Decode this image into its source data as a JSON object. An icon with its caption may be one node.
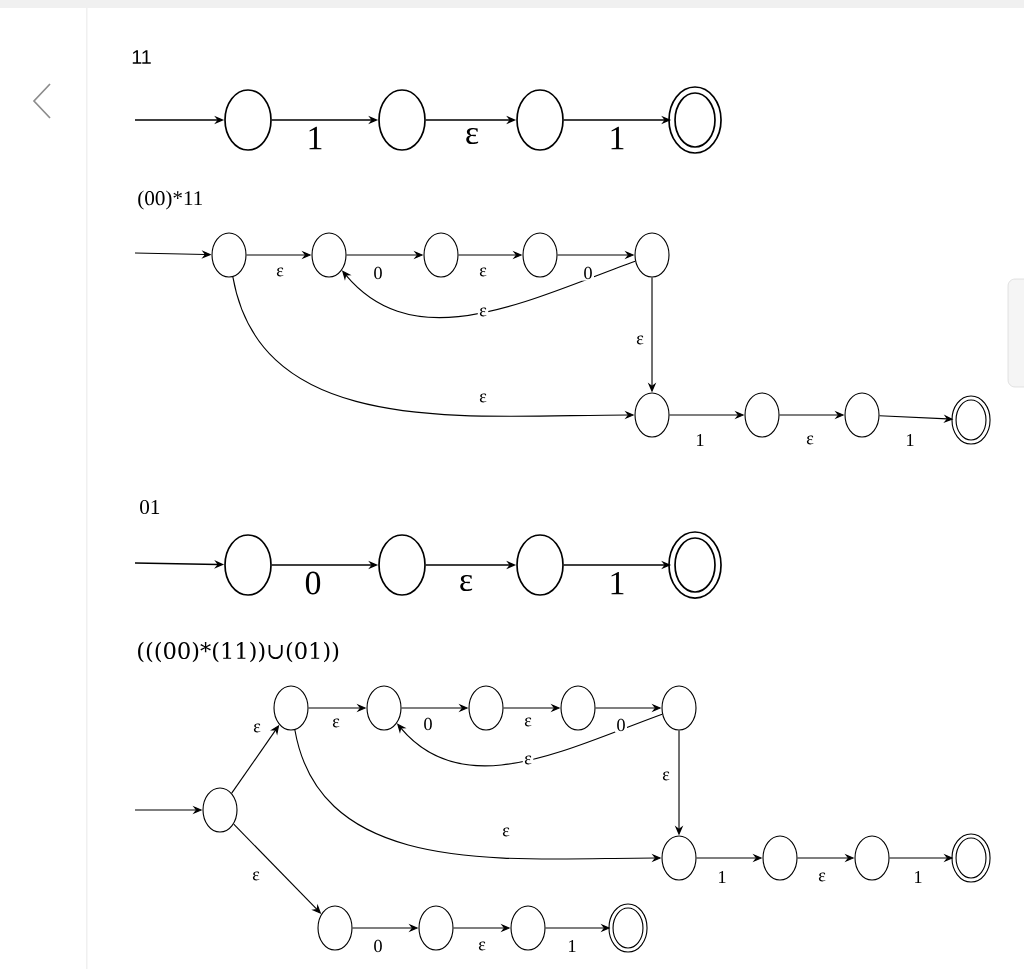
{
  "diagram": {
    "nodes": [
      {
        "text": [],
        "shape": "circle"
      },
      {
        "text": [],
        "shape": "circle"
      },
      {
        "text": [],
        "shape": "circle"
      },
      {
        "text": [],
        "shape": "ring"
      },
      {
        "text": [],
        "shape": "circle"
      },
      {
        "text": [],
        "shape": "circle"
      },
      {
        "text": [],
        "shape": "circle"
      },
      {
        "text": [],
        "shape": "circle"
      },
      {
        "text": [],
        "shape": "circle"
      },
      {
        "text": [],
        "shape": "circle"
      },
      {
        "text": [],
        "shape": "circle"
      },
      {
        "text": [],
        "shape": "circle"
      },
      {
        "text": [],
        "shape": "ring"
      },
      {
        "text": [],
        "shape": "circle"
      },
      {
        "text": [],
        "shape": "circle"
      },
      {
        "text": [],
        "shape": "circle"
      },
      {
        "text": [],
        "shape": "ring"
      },
      {
        "text": [],
        "shape": "circle"
      },
      {
        "text": [],
        "shape": "circle"
      },
      {
        "text": [],
        "shape": "circle"
      },
      {
        "text": [],
        "shape": "circle"
      },
      {
        "text": [],
        "shape": "circle"
      },
      {
        "text": [],
        "shape": "circle"
      },
      {
        "text": [],
        "shape": "circle"
      },
      {
        "text": [],
        "shape": "circle"
      },
      {
        "text": [],
        "shape": "circle"
      },
      {
        "text": [],
        "shape": "ring"
      },
      {
        "text": [],
        "shape": "circle"
      },
      {
        "text": [],
        "shape": "circle"
      },
      {
        "text": [],
        "shape": "circle"
      },
      {
        "text": [],
        "shape": "ring"
      }
    ],
    "edges": [
      {
        "from": null,
        "to": 0,
        "arrow": "to"
      },
      {
        "from": 0,
        "to": 1,
        "arrow": "to",
        "label": "1"
      },
      {
        "from": 1,
        "to": 2,
        "arrow": "to",
        "label": "ε"
      },
      {
        "from": 2,
        "to": 3,
        "arrow": "to",
        "label": "1"
      },
      {
        "from": null,
        "to": 4,
        "arrow": "to"
      },
      {
        "from": 4,
        "to": 5,
        "arrow": "to",
        "label": "ε"
      },
      {
        "from": 5,
        "to": 6,
        "arrow": "to",
        "label": "0"
      },
      {
        "from": 6,
        "to": 7,
        "arrow": "to",
        "label": "ε"
      },
      {
        "from": 7,
        "to": 8,
        "arrow": "to",
        "label": "0"
      },
      {
        "from": 8,
        "to": 5,
        "arrow": "to",
        "label": "ε"
      },
      {
        "from": 8,
        "to": 9,
        "arrow": "to",
        "label": "ε"
      },
      {
        "from": 4,
        "to": 9,
        "arrow": "to",
        "label": "ε"
      },
      {
        "from": 9,
        "to": 10,
        "arrow": "to",
        "label": "1"
      },
      {
        "from": 10,
        "to": 11,
        "arrow": "to",
        "label": "ε"
      },
      {
        "from": 11,
        "to": 12,
        "arrow": "to",
        "label": "1"
      },
      {
        "from": null,
        "to": 13,
        "arrow": "to"
      },
      {
        "from": 13,
        "to": 14,
        "arrow": "to",
        "label": "0"
      },
      {
        "from": 14,
        "to": 15,
        "arrow": "to",
        "label": "ε"
      },
      {
        "from": 15,
        "to": 16,
        "arrow": "to",
        "label": "1"
      },
      {
        "from": null,
        "to": 17,
        "arrow": "to"
      },
      {
        "from": 17,
        "to": 18,
        "arrow": "to",
        "label": "ε"
      },
      {
        "from": 17,
        "to": 27,
        "arrow": "to",
        "label": "ε"
      },
      {
        "from": 18,
        "to": 19,
        "arrow": "to",
        "label": "ε"
      },
      {
        "from": 19,
        "to": 20,
        "arrow": "to",
        "label": "0"
      },
      {
        "from": 20,
        "to": 21,
        "arrow": "to",
        "label": "ε"
      },
      {
        "from": 21,
        "to": 22,
        "arrow": "to",
        "label": "0"
      },
      {
        "from": 22,
        "to": 19,
        "arrow": "to",
        "label": "ε"
      },
      {
        "from": 22,
        "to": 23,
        "arrow": "to",
        "label": "ε"
      },
      {
        "from": 18,
        "to": 23,
        "arrow": "to",
        "label": "ε"
      },
      {
        "from": 23,
        "to": 24,
        "arrow": "to",
        "label": "1"
      },
      {
        "from": 24,
        "to": 25,
        "arrow": "to",
        "label": "ε"
      },
      {
        "from": 25,
        "to": 26,
        "arrow": "to",
        "label": "1"
      },
      {
        "from": 27,
        "to": 28,
        "arrow": "to",
        "label": "0"
      },
      {
        "from": 28,
        "to": 29,
        "arrow": "to",
        "label": "ε"
      },
      {
        "from": 29,
        "to": 30,
        "arrow": "to",
        "label": "1"
      }
    ],
    "labels": [
      "11",
      "(00)*11",
      "01",
      "(((00)*(11))∪(01))"
    ]
  }
}
